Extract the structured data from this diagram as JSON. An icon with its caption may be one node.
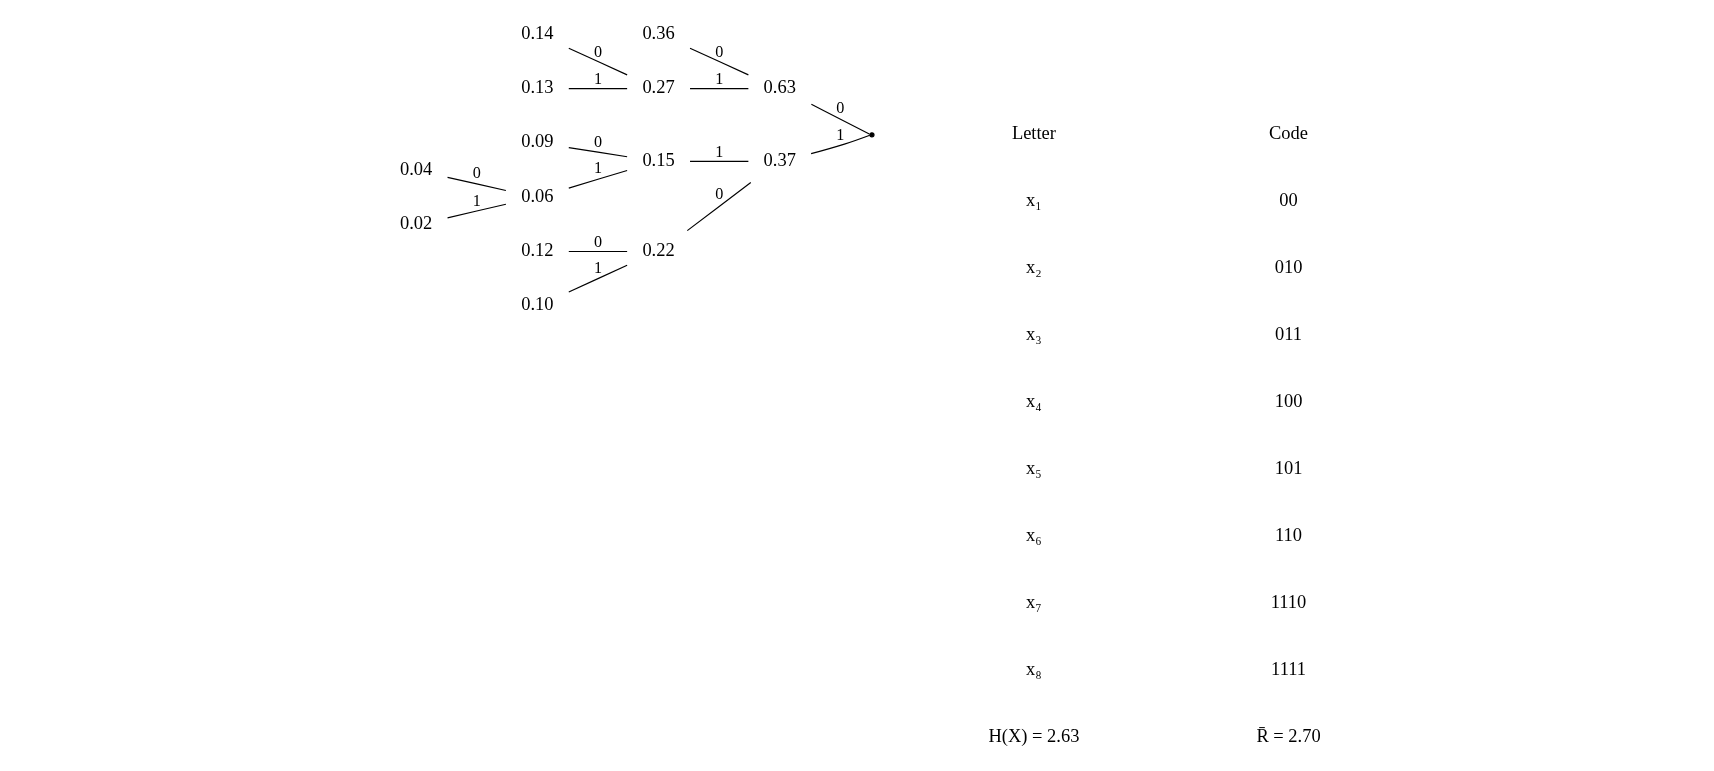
{
  "diagram": {
    "nodes": [
      {
        "text": [
          "0.36"
        ]
      },
      {
        "text": [
          "0.63"
        ]
      },
      {
        "text": [
          "0.14"
        ]
      },
      {
        "text": [
          "0.27"
        ]
      },
      {
        "text": [
          "0.13"
        ]
      },
      {
        "text": [
          "0.12"
        ]
      },
      {
        "text": [
          "0.22"
        ]
      },
      {
        "text": [
          "0.10"
        ]
      },
      {
        "text": [
          "0.37"
        ]
      },
      {
        "text": [
          "0.09"
        ]
      },
      {
        "text": [
          "0.15"
        ]
      },
      {
        "text": [
          "0.04"
        ]
      },
      {
        "text": [
          "0.06"
        ]
      },
      {
        "text": [
          "0.02"
        ]
      },
      {
        "text": [],
        "shape": "point"
      }
    ],
    "edges": [
      {
        "from": 0,
        "to": 1,
        "arrow": "none",
        "label": "0"
      },
      {
        "from": 2,
        "to": 3,
        "arrow": "none",
        "label": "0"
      },
      {
        "from": 4,
        "to": 3,
        "arrow": "none",
        "label": "1"
      },
      {
        "from": 3,
        "to": 1,
        "arrow": "none",
        "label": "1"
      },
      {
        "from": 5,
        "to": 6,
        "arrow": "none",
        "label": "0"
      },
      {
        "from": 7,
        "to": 6,
        "arrow": "none",
        "label": "1"
      },
      {
        "from": 11,
        "to": 12,
        "arrow": "none",
        "label": "0"
      },
      {
        "from": 13,
        "to": 12,
        "arrow": "none",
        "label": "1"
      },
      {
        "from": 9,
        "to": 10,
        "arrow": "none",
        "label": "0"
      },
      {
        "from": 12,
        "to": 10,
        "arrow": "none",
        "label": "1"
      },
      {
        "from": 6,
        "to": 8,
        "arrow": "none",
        "label": "0"
      },
      {
        "from": 10,
        "to": 8,
        "arrow": "none",
        "label": "1"
      },
      {
        "from": 1,
        "to": 14,
        "arrow": "none",
        "label": "0"
      },
      {
        "from": 8,
        "to": 14,
        "arrow": "none",
        "label": "1"
      }
    ],
    "labels": [
      "Letter",
      "Code",
      "x₁",
      "00",
      "x₂",
      "010",
      "x₃",
      "011",
      "x₄",
      "100",
      "x₅",
      "101",
      "x₆",
      "110",
      "x₇",
      "1110",
      "x₈",
      "1111",
      "H(X) = 2.63",
      "R̄ = 2.70"
    ]
  }
}
